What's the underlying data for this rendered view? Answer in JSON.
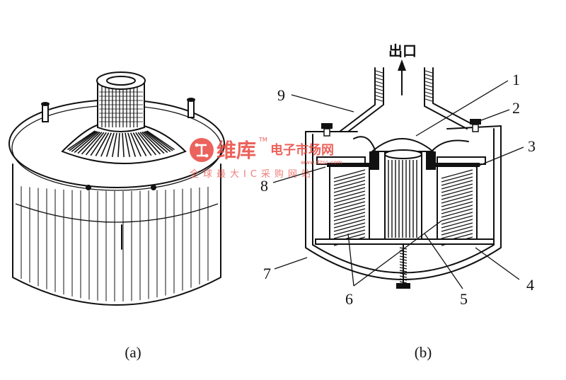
{
  "figure_a": {
    "caption": "(a)"
  },
  "figure_b": {
    "caption": "(b)",
    "outlet_label": "出口",
    "part_labels": [
      "1",
      "2",
      "3",
      "4",
      "5",
      "6",
      "7",
      "8",
      "9"
    ]
  },
  "watermark": {
    "brand": "维库",
    "brand_tm": "TM",
    "tagline": "电子市场网",
    "subline": "全球最大IC采购网站",
    "url": "www.dzsc.com",
    "color": "#e8483f"
  },
  "colors": {
    "ink": "#111111",
    "paper": "#ffffff"
  }
}
